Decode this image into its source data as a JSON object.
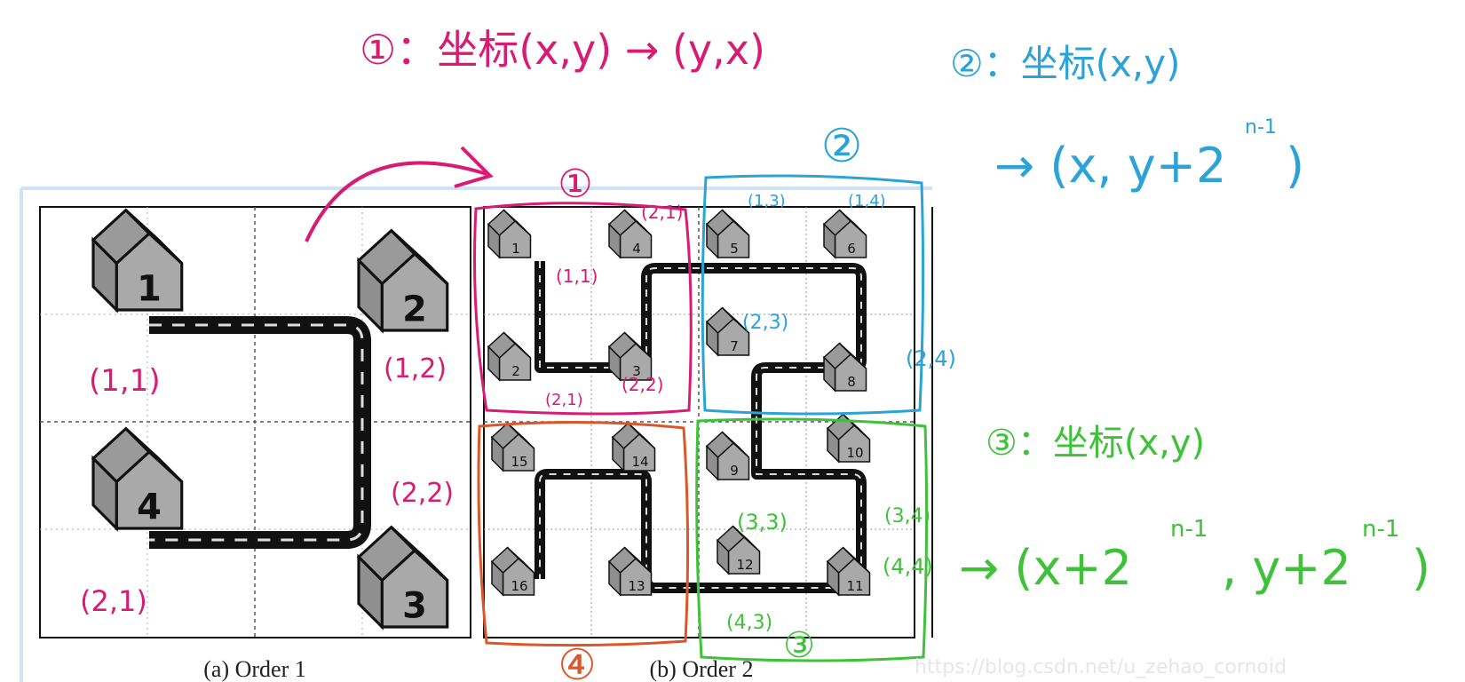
{
  "annotations": {
    "rule_1": "①：坐标(x,y) → (y,x)",
    "rule_2_head": "②：坐标(x,y)",
    "rule_2_tail": "→ (x, y+2",
    "rule_2_exp": "n-1",
    "rule_3_head": "③：坐标(x,y)",
    "rule_3_tail": "→ (x+2",
    "rule_3_exp": "n-1",
    "rule_3_mid": ", y+2",
    "rule_3_exp2": "n-1",
    "close_paren": ")",
    "marker_1": "①",
    "marker_2": "②",
    "marker_3": "③",
    "marker_4": "④"
  },
  "order1": {
    "caption": "(a) Order 1",
    "houses": [
      "1",
      "2",
      "3",
      "4"
    ],
    "coords": [
      "(1,1)",
      "(1,2)",
      "(2,2)",
      "(2,1)"
    ]
  },
  "order2": {
    "caption": "(b) Order 2",
    "houses": [
      "1",
      "2",
      "3",
      "4",
      "5",
      "6",
      "7",
      "8",
      "9",
      "10",
      "11",
      "12",
      "13",
      "14",
      "15",
      "16"
    ],
    "coords_q1": [
      "(2,1)",
      "(1,1)",
      "(2,1)",
      "(2,2)"
    ],
    "coords_q2": [
      "(1,3)",
      "(1,4)",
      "(2,3)",
      "(2,4)"
    ],
    "coords_q3": [
      "(3,3)",
      "(3,4)",
      "(4,4)",
      "(4,3)"
    ]
  },
  "watermark": "https://blog.csdn.net/u_zehao_cornoid",
  "colors": {
    "magenta": "#d81b73",
    "blue": "#2ba3d6",
    "green": "#3fc23a",
    "orange": "#d9572a",
    "road": "#111111",
    "house": "#a8a8a8"
  }
}
